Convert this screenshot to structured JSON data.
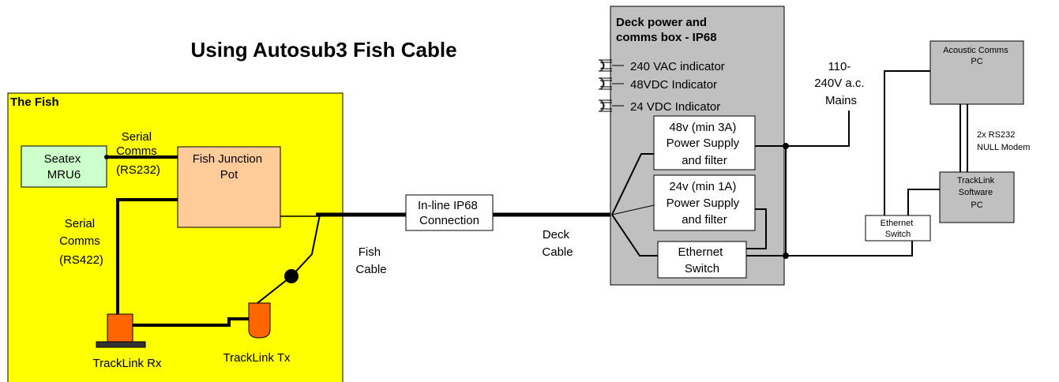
{
  "title": "Using Autosub3 Fish Cable",
  "colors": {
    "fish_bg": "#ffff00",
    "seatex_bg": "#ccffcc",
    "junction_bg": "#ffcc99",
    "deck_box_bg": "#c0c0c0",
    "transducer": "#ff6600"
  },
  "fish": {
    "label": "The Fish",
    "seatex": [
      "Seatex",
      "MRU6"
    ],
    "junction": [
      "Fish Junction",
      "Pot"
    ],
    "serial_rs232": [
      "Serial",
      "Comms",
      "(RS232)"
    ],
    "serial_rs422": [
      "Serial",
      "Comms",
      "(RS422)"
    ],
    "rx_label": "TrackLink Rx",
    "tx_label": "TrackLink Tx"
  },
  "cable": {
    "fish_cable": [
      "Fish",
      "Cable"
    ],
    "inline": [
      "In-line IP68",
      "Connection"
    ],
    "deck_cable": [
      "Deck",
      "Cable"
    ]
  },
  "deck_box": {
    "title": [
      "Deck power and",
      "comms box - IP68"
    ],
    "indicators": [
      "240 VAC indicator",
      "48VDC Indicator",
      "24 VDC Indicator"
    ],
    "psu48": [
      "48v (min 3A)",
      "Power Supply",
      "and filter"
    ],
    "psu24": [
      "24v (min 1A)",
      "Power Supply",
      "and filter"
    ],
    "ethernet": [
      "Ethernet",
      "Switch"
    ]
  },
  "mains": [
    "110-",
    "240V a.c.",
    "Mains"
  ],
  "right": {
    "acoustic_pc": [
      "Acoustic Comms",
      "PC"
    ],
    "rs232_link": [
      "2x RS232",
      "NULL Modem"
    ],
    "tracklink_pc": [
      "TrackLink",
      "Software",
      "PC"
    ],
    "ethernet_switch": [
      "Ethernet",
      "Switch"
    ]
  }
}
